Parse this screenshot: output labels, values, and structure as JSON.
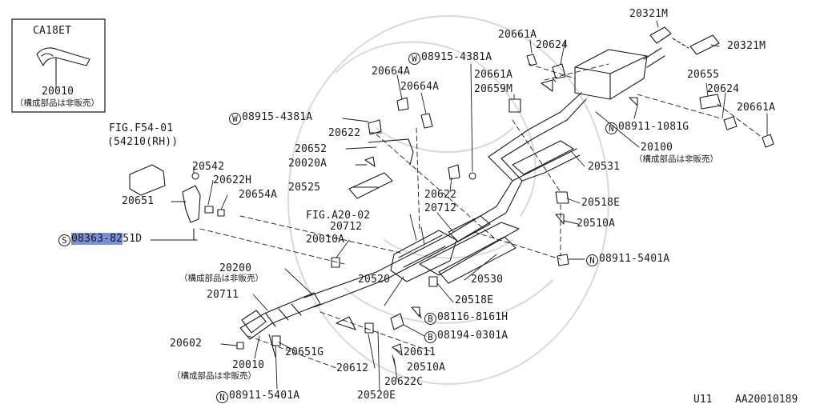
{
  "inset": {
    "title": "CA18ET",
    "part": "20010",
    "note": "（構成部品は非販売）"
  },
  "fig_ref_1": "FIG.F54-01",
  "fig_ref_1_sub": "(54210(RH))",
  "fig_ref_2": "FIG.A20-02",
  "notes": {
    "n20100": "（構成部品は非販売）",
    "n20200": "（構成部品は非販売）",
    "n20010": "（構成部品は非販売）"
  },
  "labels": {
    "p20321M_top": "20321M",
    "p20321M_right": "20321M",
    "p20661A_top": "20661A",
    "p20624_top": "20624",
    "w_top_pfx": "W",
    "w_top": "08915-4381A",
    "p20664A_1": "20664A",
    "p20664A_2": "20664A",
    "p20661A_mid": "20661A",
    "p20659M": "20659M",
    "p20655": "20655",
    "p20624_right": "20624",
    "p20661A_right": "20661A",
    "w_mid_pfx": "W",
    "w_mid": "08915-4381A",
    "p20622_a": "20622",
    "n_top_pfx": "N",
    "n_top": "08911-1081G",
    "p20652": "20652",
    "p20100": "20100",
    "p20020A": "20020A",
    "p20531": "20531",
    "p20542": "20542",
    "p20622H": "20622H",
    "p20525": "20525",
    "p20622_b": "20622",
    "p20518E_a": "20518E",
    "p20651": "20651",
    "p20654A": "20654A",
    "p20712_a": "20712",
    "p20510A_a": "20510A",
    "p20712_b": "20712",
    "s_pfx": "S",
    "s_part": "08363-82",
    "s_part_rest": "51D",
    "p20010A": "20010A",
    "n_mid_pfx": "N",
    "n_mid": "08911-5401A",
    "p20200": "20200",
    "p20520": "20520",
    "p20530": "20530",
    "p20711": "20711",
    "p20518E_b": "20518E",
    "b1_pfx": "B",
    "b1": "08116-8161H",
    "b2_pfx": "B",
    "b2": "08194-0301A",
    "p20602": "20602",
    "p20651G": "20651G",
    "p20611": "20611",
    "p20010": "20010",
    "p20612": "20612",
    "p20510A_b": "20510A",
    "p20622C": "20622C",
    "n_bot_pfx": "N",
    "n_bot": "08911-5401A",
    "p20520E": "20520E"
  },
  "footer": {
    "left": "U11",
    "right": "AA20010189"
  },
  "colors": {
    "ink": "#1a1a1a",
    "highlight": "#7b8ed6",
    "watermark": "#d9d9d9"
  }
}
